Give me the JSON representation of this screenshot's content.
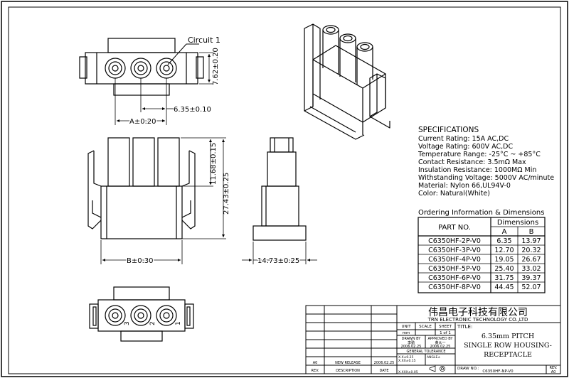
{
  "dimensions": {
    "circuit_label": "Circuit 1",
    "front_height": "7.62±0.20",
    "pitch": "6.35±0.10",
    "dim_a": "A±0.20",
    "pin_height": "11.68±0.15",
    "total_height": "27.43±0.25",
    "dim_b": "B±0.30",
    "depth": "14.73±0.25"
  },
  "pin_numbers": [
    "3",
    "2",
    "1"
  ],
  "specifications": {
    "heading": "SPECIFICATIONS",
    "lines": [
      "Current Rating: 15A AC,DC",
      "Voltage Rating: 600V AC,DC",
      "Temperature Range: -25°C ~ +85°C",
      "Contact Resistance: 3.5mΩ Max",
      "Insulation Resistance: 1000MΩ Min",
      "Withstanding Voltage: 5000V AC/minute",
      "Material: Nylon 66,UL94V-0",
      "Color: Natural(White)"
    ]
  },
  "ordering": {
    "title": "Ordering Information & Dimensions",
    "col_part": "PART NO.",
    "col_dims": "Dimensions",
    "col_a": "A",
    "col_b": "B",
    "rows": [
      {
        "part": "C6350HF-2P-V0",
        "a": "6.35",
        "b": "13.97"
      },
      {
        "part": "C6350HF-3P-V0",
        "a": "12.70",
        "b": "20.32"
      },
      {
        "part": "C6350HF-4P-V0",
        "a": "19.05",
        "b": "26.67"
      },
      {
        "part": "C6350HF-5P-V0",
        "a": "25.40",
        "b": "33.02"
      },
      {
        "part": "C6350HF-6P-V0",
        "a": "31.75",
        "b": "39.37"
      },
      {
        "part": "C6350HF-8P-V0",
        "a": "44.45",
        "b": "52.07"
      }
    ]
  },
  "title_block": {
    "company_cn": "伟昌电子科技有限公司",
    "company_en": "TRN ELECTRONIC TECHNOLOGY CO.,LTD",
    "unit_label": "UNIT",
    "unit_value": "mm",
    "scale_label": "SCALE",
    "sheet_label": "SHEET",
    "sheet_value": "1 of 1",
    "title_label": "TITLE:",
    "title_lines": [
      "6.35mm PITCH",
      "SINGLE ROW HOUSING-",
      "RECEPTACLE"
    ],
    "drawn_label": "DRAWN BY",
    "drawn_name": "李勤",
    "drawn_date": "2006.02.25",
    "approved_label": "APPROVED BY",
    "approved_name": "黄从一",
    "approved_date": "2006.02.25",
    "tolerance_label": "GENERAL TOLERANCE",
    "tol_lines": [
      "X.X±0.25",
      "X.XX±0.15",
      "X.XXX±0.05"
    ],
    "angle_label": "ANGLE±",
    "rev_row": {
      "rev": "A0",
      "desc": "NEW RELEASE",
      "date": "2006.02.25"
    },
    "rev_col_label": "REV.",
    "desc_col_label": "DESCRIPTION",
    "date_col_label": "DATE",
    "draw_no_label": "DRAW NO.:",
    "draw_no_value": "C6350HF-NP-V0",
    "rev_label": "REV.",
    "rev_value": "A0"
  }
}
